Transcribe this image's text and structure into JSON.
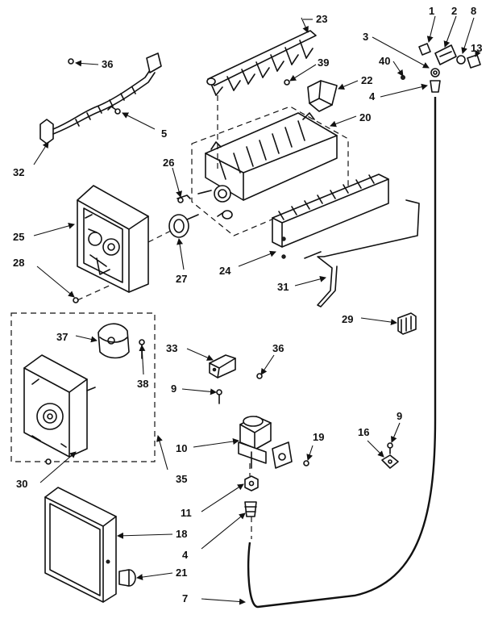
{
  "labels": {
    "l1": "1",
    "l2": "2",
    "l3": "3",
    "l4a": "4",
    "l4b": "4",
    "l5": "5",
    "l7": "7",
    "l8": "8",
    "l9a": "9",
    "l9b": "9",
    "l10": "10",
    "l11": "11",
    "l13": "13",
    "l16": "16",
    "l18": "18",
    "l19": "19",
    "l20": "20",
    "l21": "21",
    "l22": "22",
    "l23": "23",
    "l24": "24",
    "l25": "25",
    "l26": "26",
    "l27": "27",
    "l28": "28",
    "l29": "29",
    "l30": "30",
    "l31": "31",
    "l32": "32",
    "l33": "33",
    "l35": "35",
    "l36a": "36",
    "l36b": "36",
    "l37": "37",
    "l38": "38",
    "l39": "39",
    "l40": "40"
  }
}
